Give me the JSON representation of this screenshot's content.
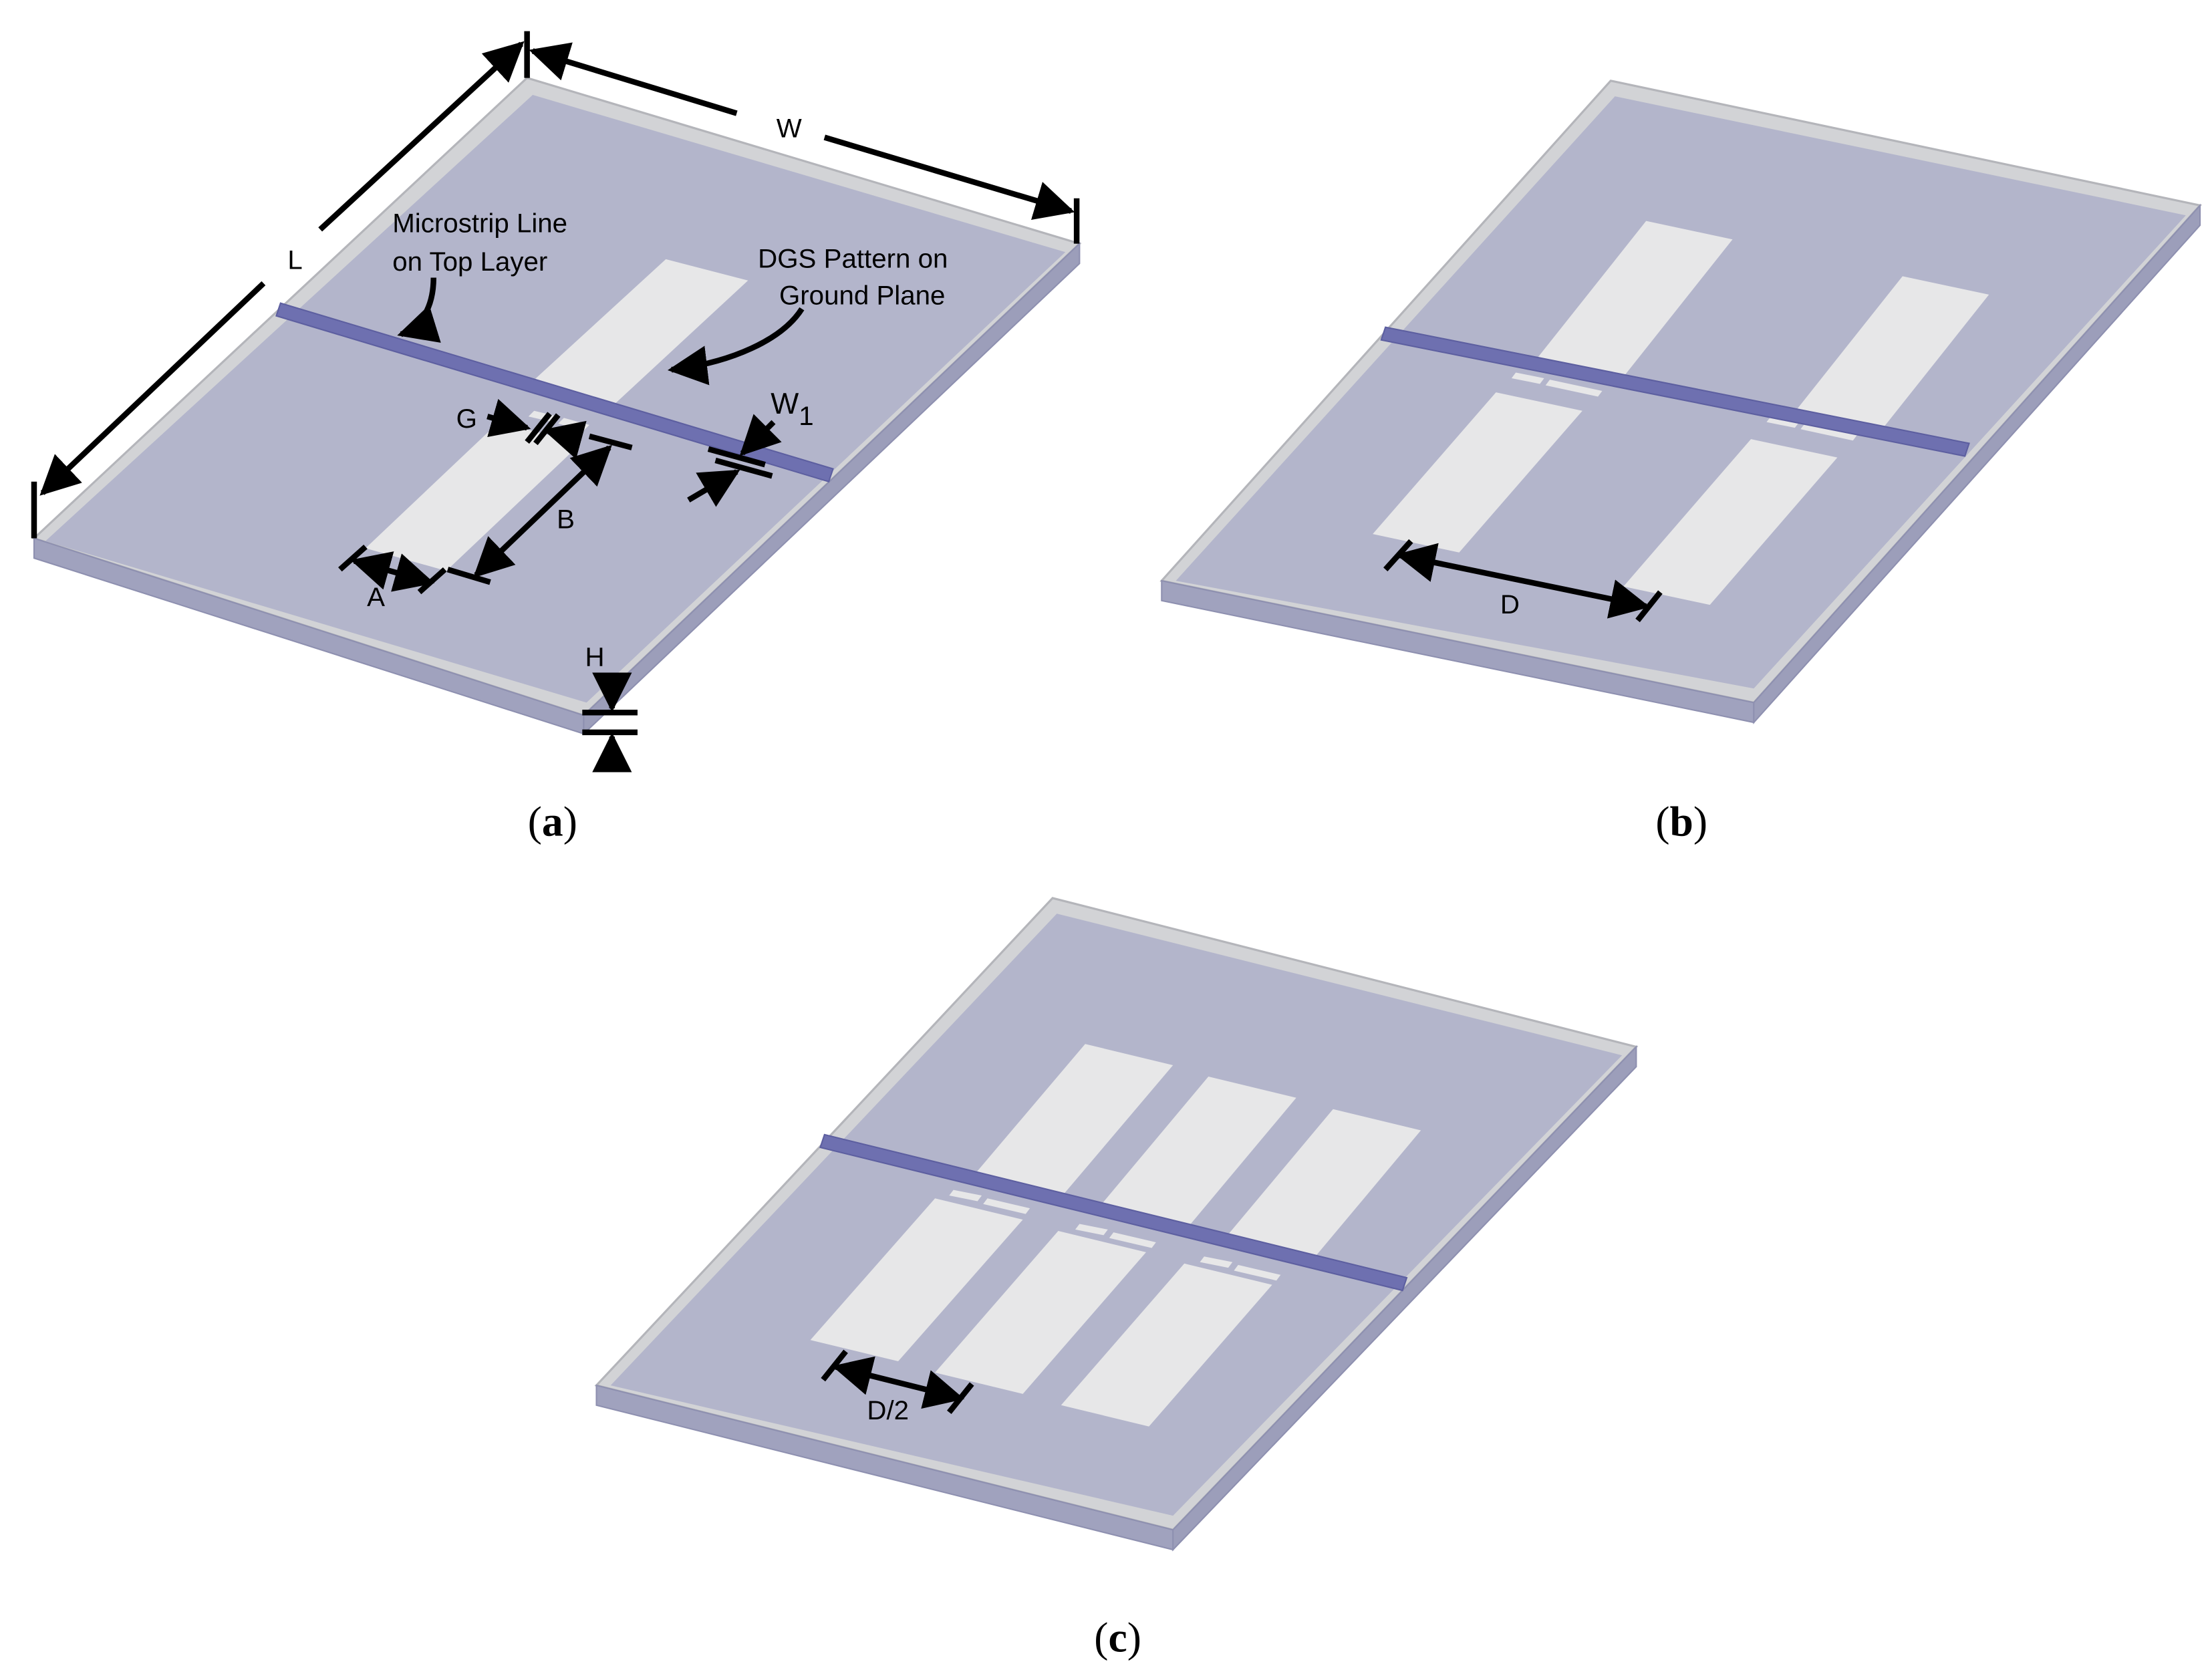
{
  "figure": {
    "panels": [
      {
        "id": "a",
        "caption": "a",
        "labels": {
          "length": "L",
          "width": "W",
          "microstrip_line": [
            "Microstrip Line",
            "on Top Layer"
          ],
          "dgs_pattern": [
            "DGS Pattern on",
            "Ground Plane"
          ],
          "gap": "G",
          "strip_width": "W",
          "strip_width_sub": "1",
          "slot_width": "A",
          "slot_length": "B",
          "height": "H"
        }
      },
      {
        "id": "b",
        "caption": "b",
        "labels": {
          "spacing": "D"
        }
      },
      {
        "id": "c",
        "caption": "c",
        "labels": {
          "spacing": "D/2"
        }
      }
    ]
  },
  "colors": {
    "substrate_top": "#b3b5cb",
    "substrate_edge": "#9c9eba",
    "substrate_rim": "#d2d3d6",
    "microstrip": "#6e70b0",
    "dgs_slot": "#e7e7e8"
  }
}
